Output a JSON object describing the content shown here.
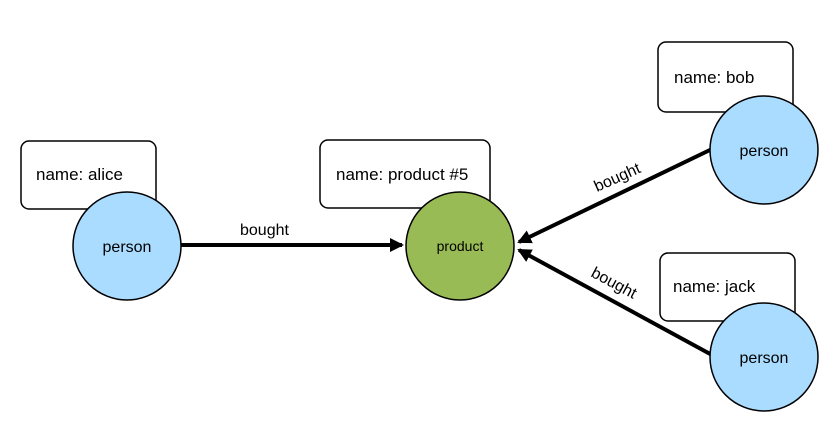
{
  "colors": {
    "person_fill": "#aadcff",
    "product_fill": "#99bb55",
    "stroke": "#000000",
    "box_fill": "#ffffff"
  },
  "nodes": {
    "alice": {
      "label": "person",
      "property": "name: alice"
    },
    "product": {
      "label": "product",
      "property": "name: product #5"
    },
    "bob": {
      "label": "person",
      "property": "name: bob"
    },
    "jack": {
      "label": "person",
      "property": "name: jack"
    }
  },
  "edges": {
    "alice_to_product": {
      "label": "bought"
    },
    "bob_to_product": {
      "label": "bought"
    },
    "jack_to_product": {
      "label": "bought"
    }
  }
}
